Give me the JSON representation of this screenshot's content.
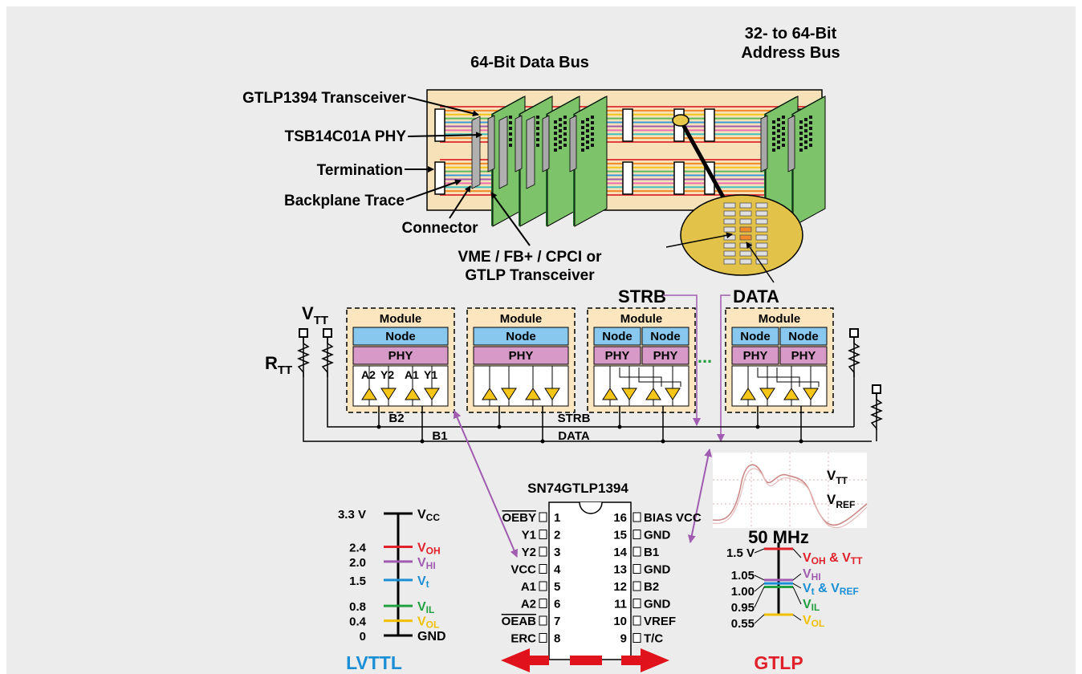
{
  "colors": {
    "background": "#ececec",
    "backplane": "#f6e1b8",
    "card_green": "#7cc36a",
    "module_fill": "#fbe6c0",
    "node_fill": "#88c8ee",
    "phy_fill": "#d699c8",
    "gate_fill": "#f5c518",
    "strb_data_line": "#a05cb0",
    "lvttl_blue": "#1a8fd6",
    "gtlp_red": "#e0202a",
    "arrow_red": "#e0121b",
    "voh": "#e0202a",
    "vhi": "#a05cb0",
    "vt": "#1a8fd6",
    "vil": "#20a040",
    "vol": "#f0c000"
  },
  "top_labels": {
    "data_bus": "64-Bit Data Bus",
    "address_bus_line1": "32- to 64-Bit",
    "address_bus_line2": "Address Bus"
  },
  "callouts": {
    "gtlp1394": "GTLP1394 Transceiver",
    "tsb14": "TSB14C01A PHY",
    "termination": "Termination",
    "backplane_trace": "Backplane Trace",
    "connector": "Connector",
    "vme_line1": "VME / FB+ / CPCI or",
    "vme_line2": "GTLP Transceiver"
  },
  "signals": {
    "strb": "STRB",
    "data": "DATA"
  },
  "bus_diagram": {
    "vtt": "V",
    "vtt_sub": "TT",
    "rtt": "R",
    "rtt_sub": "TT",
    "module_label": "Module",
    "node_label": "Node",
    "phy_label": "PHY",
    "gate_labels": [
      "A2",
      "Y2",
      "A1",
      "Y1"
    ],
    "b2": "B2",
    "b1": "B1",
    "strb_bus": "STRB",
    "data_bus": "DATA",
    "ellipsis": "..."
  },
  "chip": {
    "name": "SN74GTLP1394",
    "left_pins": [
      {
        "num": "1",
        "name": "OEBY",
        "overline": true
      },
      {
        "num": "2",
        "name": "Y1",
        "overline": false
      },
      {
        "num": "3",
        "name": "Y2",
        "overline": false
      },
      {
        "num": "4",
        "name": "VCC",
        "overline": false
      },
      {
        "num": "5",
        "name": "A1",
        "overline": false
      },
      {
        "num": "6",
        "name": "A2",
        "overline": false
      },
      {
        "num": "7",
        "name": "OEAB",
        "overline": true
      },
      {
        "num": "8",
        "name": "ERC",
        "overline": false
      }
    ],
    "right_pins": [
      {
        "num": "16",
        "name": "BIAS VCC"
      },
      {
        "num": "15",
        "name": "GND"
      },
      {
        "num": "14",
        "name": "B1"
      },
      {
        "num": "13",
        "name": "GND"
      },
      {
        "num": "12",
        "name": "B2"
      },
      {
        "num": "11",
        "name": "GND"
      },
      {
        "num": "10",
        "name": "VREF"
      },
      {
        "num": "9",
        "name": "T/C"
      }
    ]
  },
  "scope": {
    "vtt": "V",
    "vtt_sub": "TT",
    "vref": "V",
    "vref_sub": "REF",
    "freq": "50 MHz"
  },
  "lvttl_levels": [
    {
      "value": "3.3 V",
      "label": "V",
      "sub": "CC",
      "color": "#000000"
    },
    {
      "value": "2.4",
      "label": "V",
      "sub": "OH",
      "color": "#e0202a"
    },
    {
      "value": "2.0",
      "label": "V",
      "sub": "HI",
      "color": "#a05cb0"
    },
    {
      "value": "1.5",
      "label": "V",
      "sub": "t",
      "color": "#1a8fd6"
    },
    {
      "value": "0.8",
      "label": "V",
      "sub": "IL",
      "color": "#20a040"
    },
    {
      "value": "0.4",
      "label": "V",
      "sub": "OL",
      "color": "#f0c000"
    },
    {
      "value": "0",
      "label": "GND",
      "sub": "",
      "color": "#000000"
    }
  ],
  "gtlp_levels": [
    {
      "value": "1.5 V",
      "label": "V",
      "sub": "OH",
      "suffix": " & V",
      "suffix_sub": "TT",
      "color": "#e0202a"
    },
    {
      "value": "1.05",
      "label": "V",
      "sub": "HI",
      "suffix": "",
      "suffix_sub": "",
      "color": "#a05cb0"
    },
    {
      "value": "1.00",
      "label": "V",
      "sub": "t",
      "suffix": " & V",
      "suffix_sub": "REF",
      "color": "#1a8fd6"
    },
    {
      "value": "0.95",
      "label": "V",
      "sub": "IL",
      "suffix": "",
      "suffix_sub": "",
      "color": "#20a040"
    },
    {
      "value": "0.55",
      "label": "V",
      "sub": "OL",
      "suffix": "",
      "suffix_sub": "",
      "color": "#f0c000"
    }
  ],
  "bottom": {
    "lvttl": "LVTTL",
    "gtlp": "GTLP"
  }
}
